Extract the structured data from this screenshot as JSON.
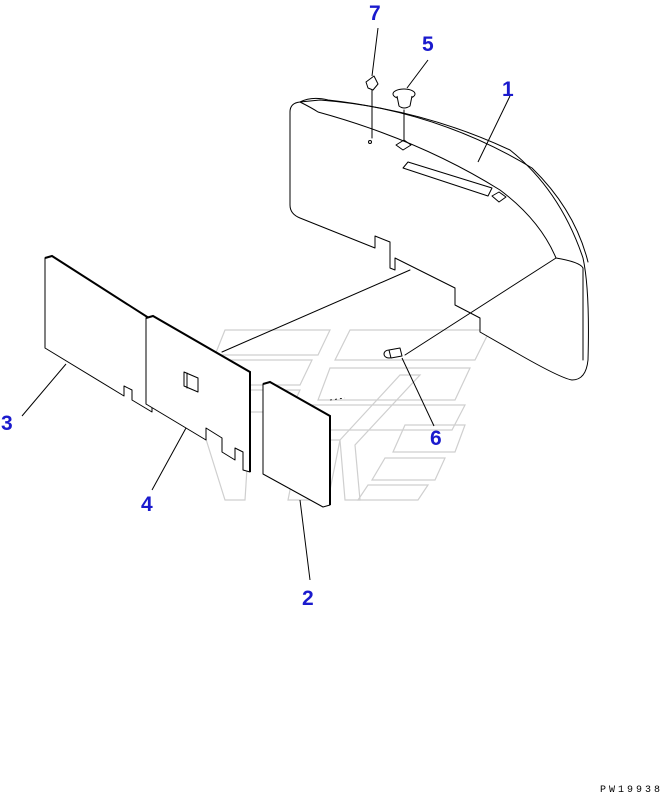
{
  "diagram": {
    "callouts": [
      {
        "id": "1",
        "label": "1"
      },
      {
        "id": "2",
        "label": "2"
      },
      {
        "id": "3",
        "label": "3"
      },
      {
        "id": "4",
        "label": "4"
      },
      {
        "id": "5",
        "label": "5"
      },
      {
        "id": "6",
        "label": "6"
      },
      {
        "id": "7",
        "label": "7"
      }
    ],
    "drawing_id": "PW19938"
  },
  "colors": {
    "callout": "#1a1acd",
    "line": "#000000",
    "watermark": "#cfcfcf"
  }
}
